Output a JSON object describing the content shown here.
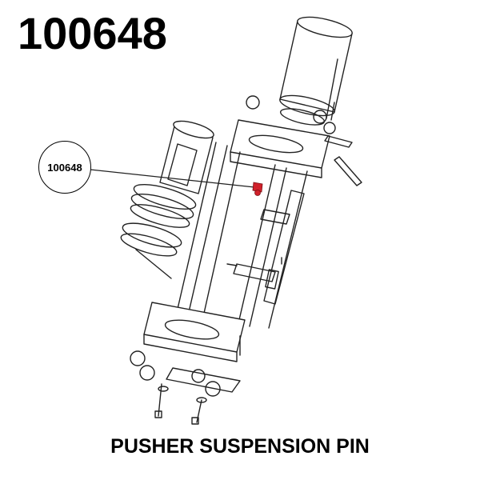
{
  "header": {
    "part_number": "100648"
  },
  "callout": {
    "label": "100648"
  },
  "caption": {
    "text": "PUSHER SUSPENSION PIN"
  },
  "colors": {
    "highlight": "#d0202a",
    "line": "#222222"
  }
}
